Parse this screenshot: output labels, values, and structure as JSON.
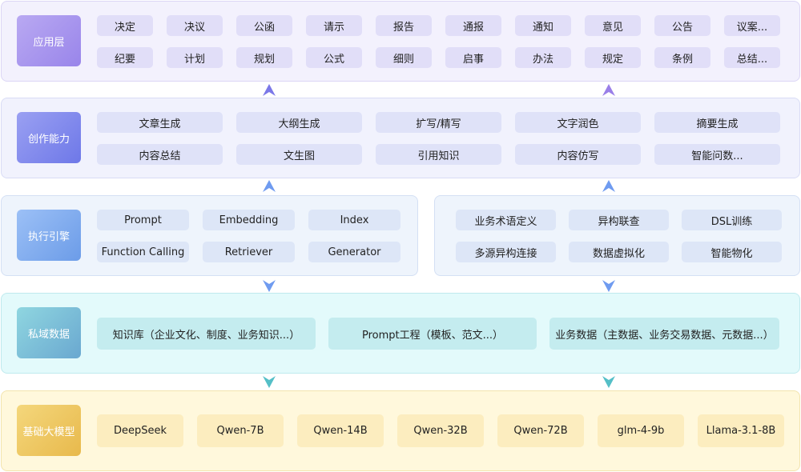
{
  "layers": {
    "app": {
      "label": "应用层",
      "row1": [
        "决定",
        "决议",
        "公函",
        "请示",
        "报告",
        "通报",
        "通知",
        "意见",
        "公告",
        "议案..."
      ],
      "row2": [
        "纪要",
        "计划",
        "规划",
        "公式",
        "细则",
        "启事",
        "办法",
        "规定",
        "条例",
        "总结..."
      ]
    },
    "creation": {
      "label": "创作能力",
      "row1": [
        "文章生成",
        "大纲生成",
        "扩写/精写",
        "文字润色",
        "摘要生成"
      ],
      "row2": [
        "内容总结",
        "文生图",
        "引用知识",
        "内容仿写",
        "智能问数..."
      ]
    },
    "engine": {
      "label": "执行引擎",
      "left_row1": [
        "Prompt",
        "Embedding",
        "Index"
      ],
      "left_row2": [
        "Function Calling",
        "Retriever",
        "Generator"
      ],
      "right_row1": [
        "业务术语定义",
        "异构联查",
        "DSL训练"
      ],
      "right_row2": [
        "多源异构连接",
        "数据虚拟化",
        "智能物化"
      ]
    },
    "private": {
      "label": "私域数据",
      "items": [
        "知识库（企业文化、制度、业务知识...）",
        "Prompt工程（模板、范文...）",
        "业务数据（主数据、业务交易数据、元数据...）"
      ]
    },
    "base": {
      "label": "基础大模型",
      "items": [
        "DeepSeek",
        "Qwen-7B",
        "Qwen-14B",
        "Qwen-32B",
        "Qwen-72B",
        "glm-4-9b",
        "Llama-3.1-8B"
      ]
    }
  },
  "colors": {
    "app_band": "#f3f1fd",
    "app_chip": "#e1def8",
    "app_label": "#a593ec",
    "creation_band": "#f1f2fd",
    "creation_chip": "#dfe2f8",
    "creation_label": "#7e86ec",
    "engine_band": "#eef4fc",
    "engine_chip": "#dde6f7",
    "engine_label": "#80aaf0",
    "private_band": "#e3fafb",
    "private_chip": "#c4ecef",
    "private_label": "#7cc7d6",
    "base_band": "#fff8dc",
    "base_chip": "#fcedbf",
    "base_label": "#ecc561",
    "arrow_up": "#7b78e8",
    "arrow_blue": "#6f9bf0",
    "arrow_teal": "#55bfc7"
  },
  "icons": {
    "arrow_up": "chevron-up-arrow-icon",
    "arrow_down": "chevron-down-arrow-icon"
  }
}
